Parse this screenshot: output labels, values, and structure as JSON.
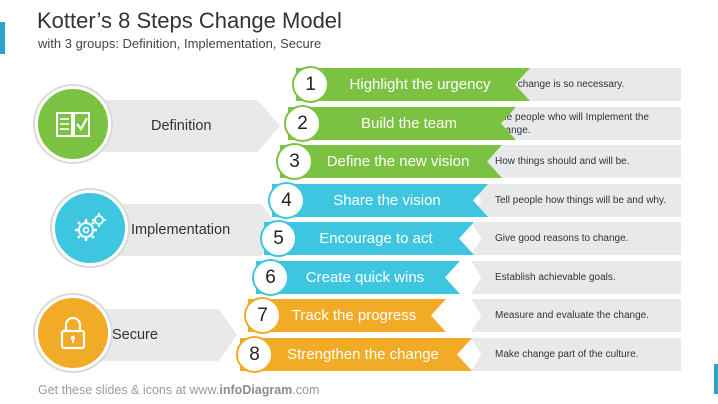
{
  "title": "Kotter’s 8 Steps Change Model",
  "subtitle": "with 3 groups:  Definition, Implementation, Secure",
  "colors": {
    "green": "#7cc242",
    "blue": "#3ec6e0",
    "orange": "#f2ab27",
    "gray": "#e8e9ea"
  },
  "groups": [
    {
      "label": "Definition",
      "icon": "book-check-icon",
      "color": "#7cc242"
    },
    {
      "label": "Implementation",
      "icon": "gears-icon",
      "color": "#3ec6e0"
    },
    {
      "label": "Secure",
      "icon": "padlock-icon",
      "color": "#f2ab27"
    }
  ],
  "steps": [
    {
      "number": "1",
      "label": "Highlight the urgency",
      "description": "Why change is so necessary.",
      "group": "Definition"
    },
    {
      "number": "2",
      "label": "Build the team",
      "description": "The people who will Implement the change.",
      "group": "Definition"
    },
    {
      "number": "3",
      "label": "Define the new vision",
      "description": "How things should and will be.",
      "group": "Definition"
    },
    {
      "number": "4",
      "label": "Share the vision",
      "description": "Tell people how things will be and why.",
      "group": "Implementation"
    },
    {
      "number": "5",
      "label": "Encourage to act",
      "description": "Give good reasons to change.",
      "group": "Implementation"
    },
    {
      "number": "6",
      "label": "Create quick wins",
      "description": "Establish achievable goals.",
      "group": "Implementation"
    },
    {
      "number": "7",
      "label": "Track the progress",
      "description": "Measure and evaluate the change.",
      "group": "Secure"
    },
    {
      "number": "8",
      "label": "Strengthen the change",
      "description": "Make change part of the culture.",
      "group": "Secure"
    }
  ],
  "footer": {
    "prefix": "Get these slides & icons at www.",
    "brand": "infoDiagram",
    "suffix": ".com"
  }
}
